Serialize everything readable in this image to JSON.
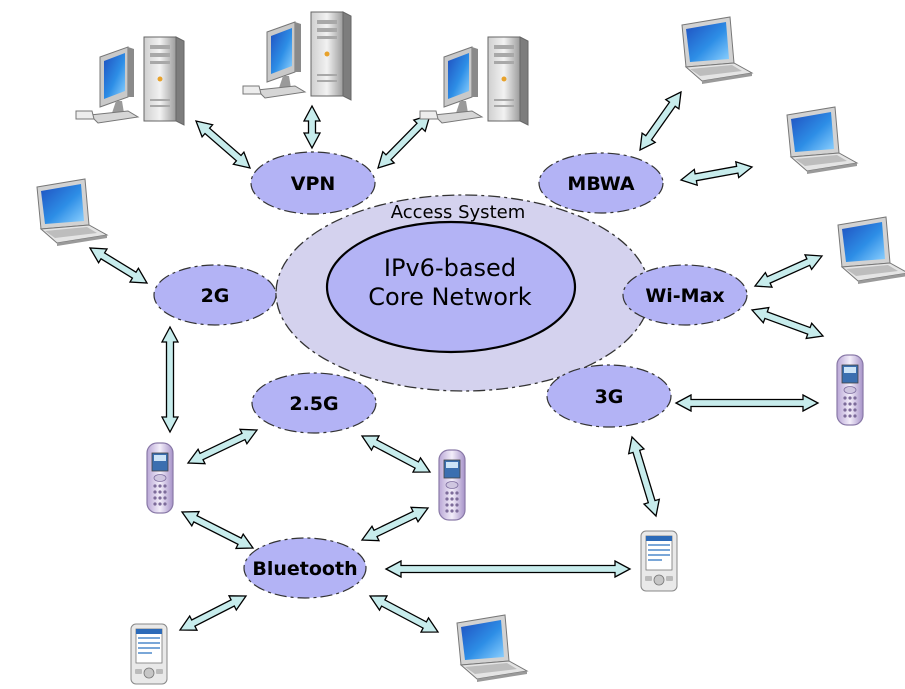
{
  "diagram": {
    "access_system_label": "Access System",
    "core_network": {
      "line1": "IPv6-based",
      "line2": "Core Network"
    },
    "nodes": {
      "vpn": "VPN",
      "mbwa": "MBWA",
      "g2": "2G",
      "wimax": "Wi-Max",
      "g25": "2.5G",
      "g3": "3G",
      "bluetooth": "Bluetooth"
    },
    "devices": [
      {
        "type": "desktop",
        "name": "desktop-computer-icon"
      },
      {
        "type": "laptop",
        "name": "laptop-icon"
      },
      {
        "type": "mobile-phone",
        "name": "mobile-phone-icon"
      },
      {
        "type": "pda",
        "name": "pda-icon"
      }
    ],
    "colors": {
      "access_fill": "#d4d2ee",
      "core_fill": "#b3b3f5",
      "node_fill": "#b3b3f5",
      "arrow_fill": "#c7ecec",
      "outline": "#000000"
    }
  }
}
